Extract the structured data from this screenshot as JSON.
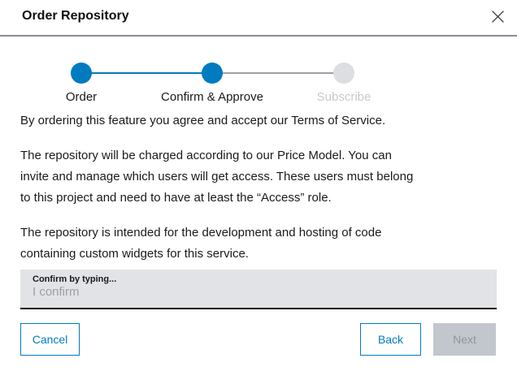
{
  "dialog": {
    "title": "Order Repository"
  },
  "stepper": {
    "steps": [
      {
        "label": "Order",
        "state": "active"
      },
      {
        "label": "Confirm & Approve",
        "state": "active"
      },
      {
        "label": "Subscribe",
        "state": "inactive"
      }
    ]
  },
  "body": {
    "paragraphs": [
      "By ordering this feature you agree and accept our Terms of Service.",
      "The repository will be charged according to our Price Model. You can\ninvite and manage which users will get access. These users must belong\nto this project and need to have at least the “Access” role.",
      "The repository is intended for the development and hosting of code\ncontaining custom widgets for this service."
    ]
  },
  "form": {
    "confirm_label": "Confirm by typing...",
    "confirm_placeholder": "I confirm",
    "confirm_value": ""
  },
  "footer": {
    "cancel_label": "Cancel",
    "back_label": "Back",
    "next_label": "Next",
    "next_disabled": true
  },
  "colors": {
    "accent": "#007bc0",
    "step_inactive_dot": "#dcdee1",
    "step_inactive_label": "#c6cacd",
    "connector_inactive": "#9ca1a6",
    "divider": "#878d95",
    "input_bg": "#e1e3e6",
    "input_underline": "#111111",
    "placeholder": "#9aa0a6",
    "disabled_bg": "#c1c7cc",
    "disabled_text": "#8f969c",
    "text": "#1a1a1a"
  }
}
